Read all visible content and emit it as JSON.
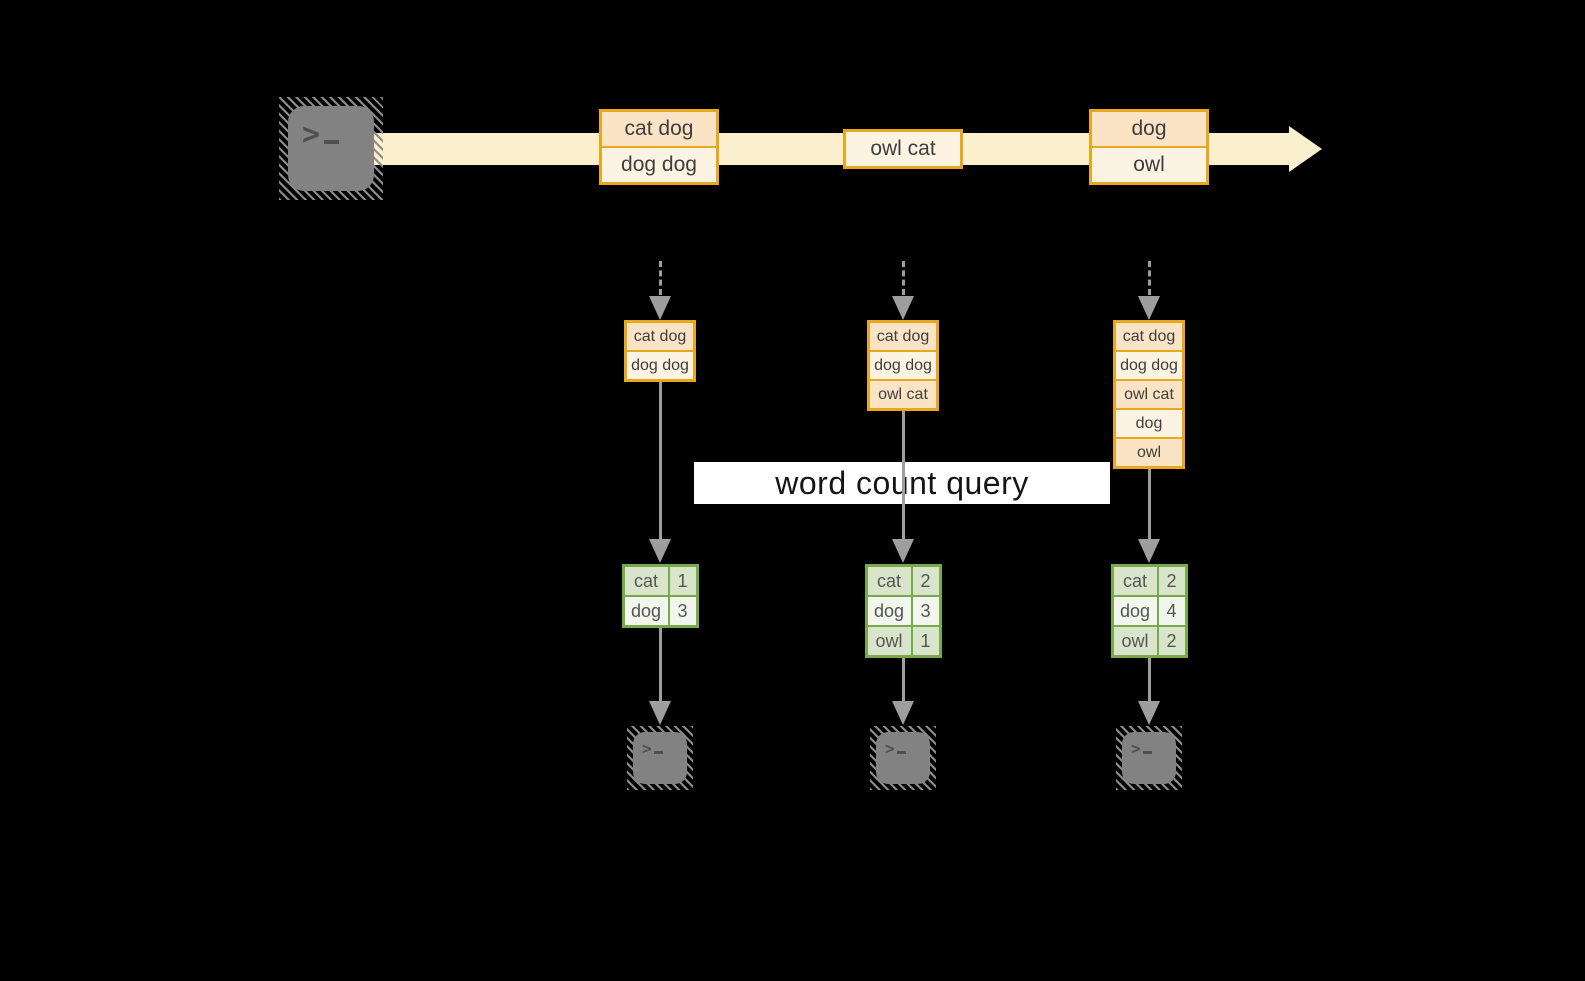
{
  "query_label": "word count query",
  "terminal_glyph": ">",
  "stream_batches": [
    [
      "cat dog",
      "dog dog"
    ],
    [
      "owl cat"
    ],
    [
      "dog",
      "owl"
    ]
  ],
  "batch_row_tones": [
    [
      "peach",
      "cream"
    ],
    [
      "cream"
    ],
    [
      "peach",
      "cream"
    ]
  ],
  "state_boxes": [
    [
      "cat dog",
      "dog dog"
    ],
    [
      "cat dog",
      "dog dog",
      "owl cat"
    ],
    [
      "cat dog",
      "dog dog",
      "owl cat",
      "dog",
      "owl"
    ]
  ],
  "count_tables": [
    [
      {
        "word": "cat",
        "count": "1"
      },
      {
        "word": "dog",
        "count": "3"
      }
    ],
    [
      {
        "word": "cat",
        "count": "2"
      },
      {
        "word": "dog",
        "count": "3"
      },
      {
        "word": "owl",
        "count": "1"
      }
    ],
    [
      {
        "word": "cat",
        "count": "2"
      },
      {
        "word": "dog",
        "count": "4"
      },
      {
        "word": "owl",
        "count": "2"
      }
    ]
  ],
  "colors": {
    "background": "#000000",
    "stream_arrow": "#fbf0cd",
    "box_border_gold": "#e8a81e",
    "row_peach": "#fbe3c5",
    "row_cream": "#fdf3e3",
    "table_border_green": "#78aa4b",
    "table_row_green": "#d9e5ca",
    "table_row_white": "#f2f6ed",
    "arrow_gray": "#9e9e9e",
    "terminal_gray": "#828282",
    "query_band_white": "#ffffff"
  }
}
